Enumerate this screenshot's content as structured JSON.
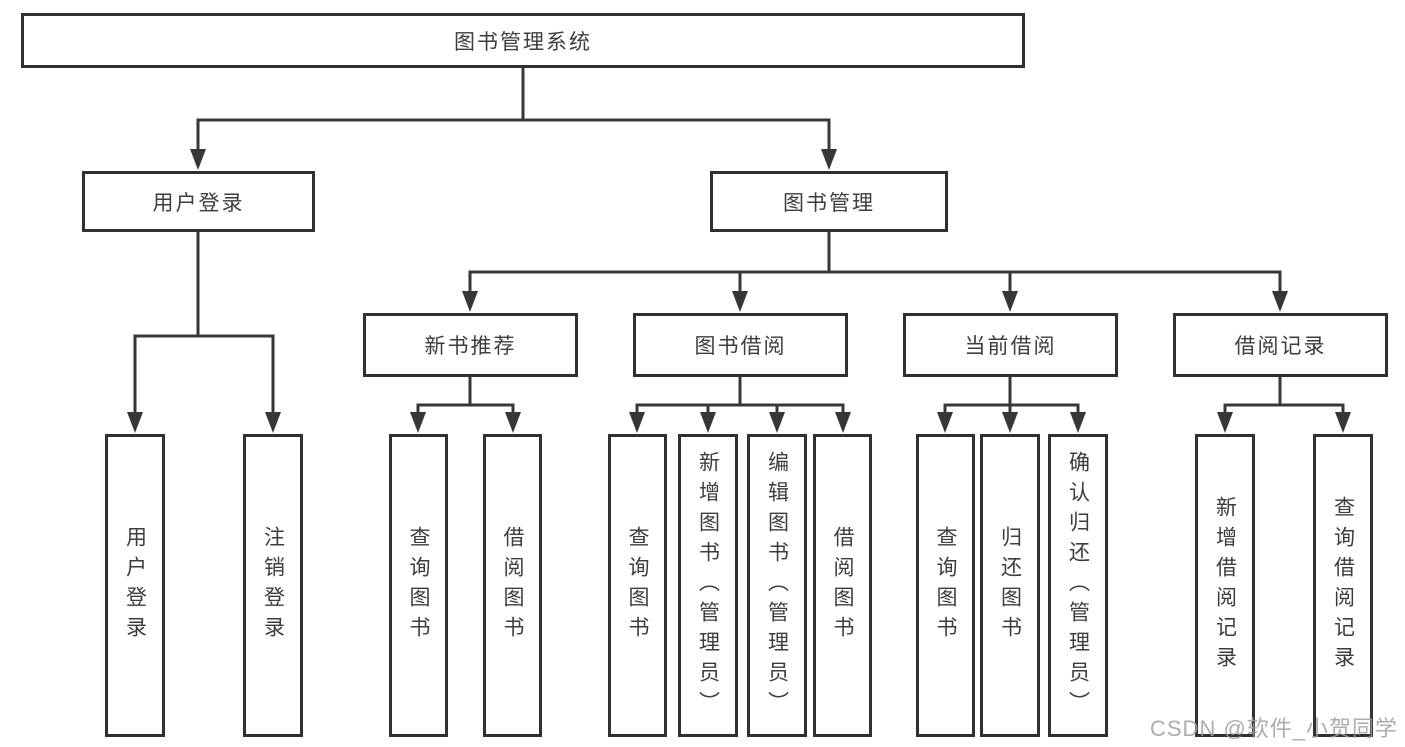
{
  "tree": {
    "label": "图书管理系统",
    "children": [
      {
        "label": "用户登录",
        "children": [
          {
            "label": "用户登录"
          },
          {
            "label": "注销登录"
          }
        ]
      },
      {
        "label": "图书管理",
        "children": [
          {
            "label": "新书推荐",
            "children": [
              {
                "label": "查询图书"
              },
              {
                "label": "借阅图书"
              }
            ]
          },
          {
            "label": "图书借阅",
            "children": [
              {
                "label": "查询图书"
              },
              {
                "label": "新增图书（管理员）"
              },
              {
                "label": "编辑图书（管理员）"
              },
              {
                "label": "借阅图书"
              }
            ]
          },
          {
            "label": "当前借阅",
            "children": [
              {
                "label": "查询图书"
              },
              {
                "label": "归还图书"
              },
              {
                "label": "确认归还（管理员）"
              }
            ]
          },
          {
            "label": "借阅记录",
            "children": [
              {
                "label": "新增借阅记录"
              },
              {
                "label": "查询借阅记录"
              }
            ]
          }
        ]
      }
    ]
  },
  "watermark": "CSDN @软件_小贺同学",
  "colors": {
    "line": "#373737",
    "box_border": "#303030",
    "text": "#3d3d3d",
    "watermark": "#9e9e9e",
    "background": "#ffffff"
  }
}
